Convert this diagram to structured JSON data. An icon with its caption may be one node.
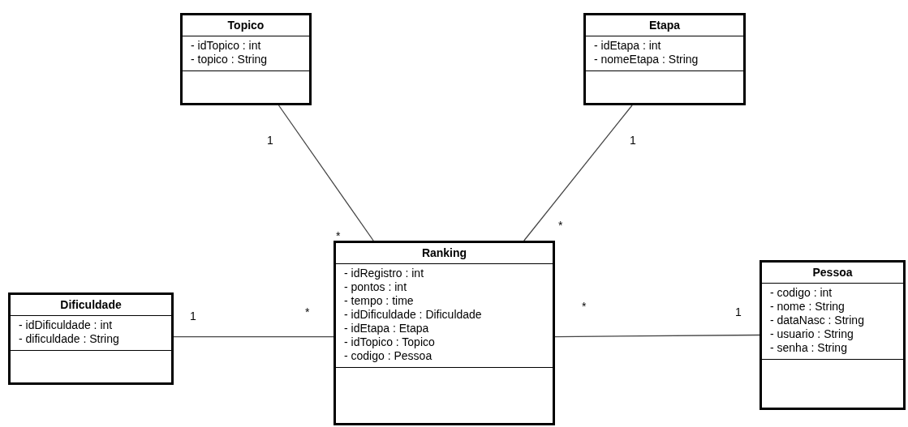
{
  "diagram": {
    "nodes": [
      {
        "text": [
          "Topico",
          "- idTopico : int",
          "- topico : String"
        ]
      },
      {
        "text": [
          "Etapa",
          "- idEtapa : int",
          "- nomeEtapa : String"
        ]
      },
      {
        "text": [
          "Dificuldade",
          "- idDificuldade : int",
          "- dificuldade : String"
        ]
      },
      {
        "text": [
          "Ranking",
          "- idRegistro : int",
          "- pontos : int",
          "- tempo : time",
          "- idDificuldade : Dificuldade",
          "- idEtapa : Etapa",
          "- idTopico : Topico",
          "- codigo : Pessoa"
        ]
      },
      {
        "text": [
          "Pessoa",
          "- codigo : int",
          "- nome : String",
          "- dataNasc : String",
          "- usuario : String",
          "- senha : String"
        ]
      }
    ],
    "edges": [
      {
        "from": 0,
        "to": 3,
        "arrow": "none"
      },
      {
        "from": 1,
        "to": 3,
        "arrow": "none"
      },
      {
        "from": 2,
        "to": 3,
        "arrow": "none"
      },
      {
        "from": 3,
        "to": 4,
        "arrow": "none"
      }
    ],
    "labels": [
      "1",
      "1",
      "*",
      "*",
      "1",
      "*",
      "*",
      "1"
    ]
  }
}
